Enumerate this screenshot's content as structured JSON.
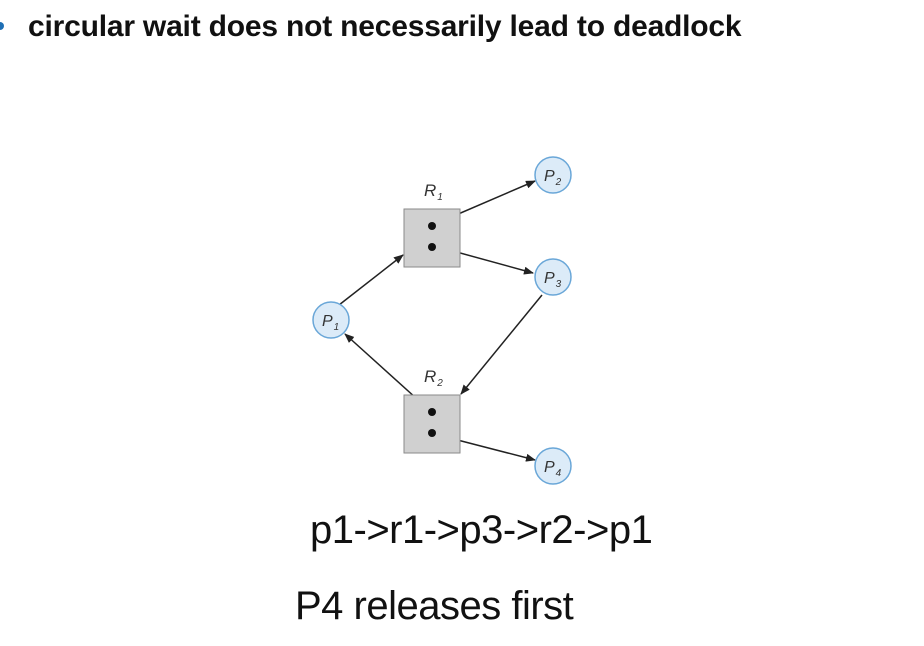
{
  "heading": "circular wait does not necessarily lead to deadlock",
  "diagram": {
    "resources": [
      {
        "letter": "R",
        "sub": "1"
      },
      {
        "letter": "R",
        "sub": "2"
      }
    ],
    "processes": [
      {
        "letter": "P",
        "sub": "1"
      },
      {
        "letter": "P",
        "sub": "2"
      },
      {
        "letter": "P",
        "sub": "3"
      },
      {
        "letter": "P",
        "sub": "4"
      }
    ]
  },
  "cycle": "p1->r1->p3->r2->p1",
  "note": "P4 releases first",
  "colors": {
    "bullet": "#1f6fb5",
    "process_fill": "#dcebf8",
    "process_stroke": "#6aa7d8",
    "resource_fill": "#d0d0d0",
    "edge": "#222222"
  }
}
